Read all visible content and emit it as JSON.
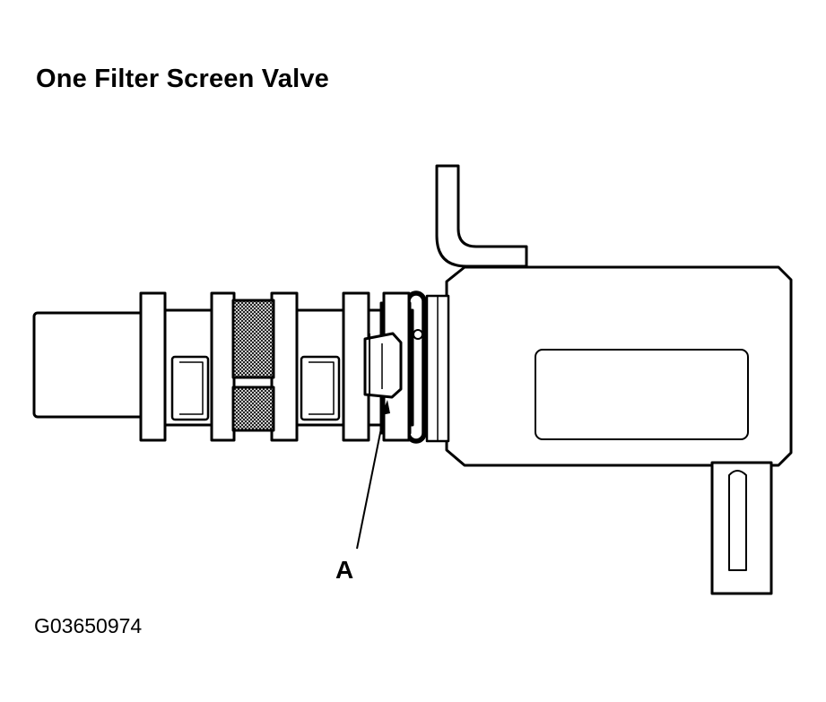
{
  "diagram": {
    "title": "One Filter Screen Valve",
    "callout": "A",
    "figure_id": "G03650974"
  }
}
